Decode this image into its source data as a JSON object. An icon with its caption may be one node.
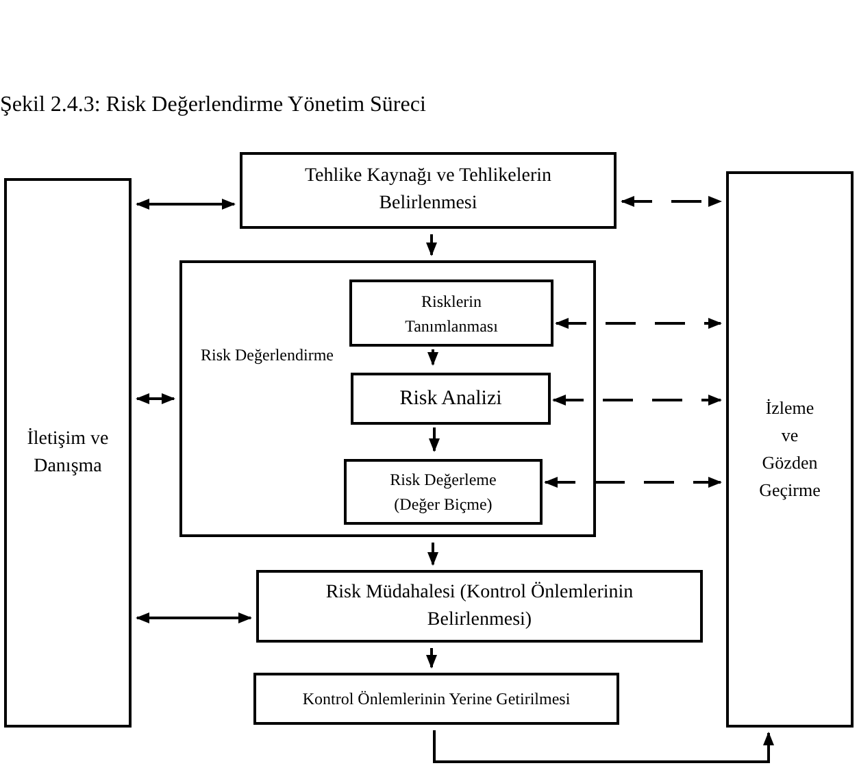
{
  "diagram": {
    "title": "Şekil 2.4.3: Risk Değerlendirme Yönetim Süreci",
    "nodes": [
      {
        "text": [
          "İletişim ve Danışma"
        ]
      },
      {
        "text": [
          "Tehlike Kaynağı ve Tehlikelerin Belirlenmesi"
        ]
      },
      {
        "text": [
          "Risk Değerlendirme"
        ]
      },
      {
        "text": [
          "Risklerin Tanımlanması"
        ],
        "in": 2
      },
      {
        "text": [
          "Risk Analizi"
        ],
        "in": 2
      },
      {
        "text": [
          "Risk Değerleme (Değer Biçme)"
        ],
        "in": 2
      },
      {
        "text": [
          "Risk Müdahalesi (Kontrol Önlemlerinin Belirlenmesi)"
        ]
      },
      {
        "text": [
          "Kontrol Önlemlerinin Yerine Getirilmesi"
        ]
      },
      {
        "text": [
          "İzleme ve Gözden Geçirme"
        ]
      }
    ],
    "edges": [
      {
        "from": 0,
        "to": 1,
        "arrow": "both"
      },
      {
        "from": 1,
        "to": 8,
        "arrow": "both",
        "style": "dashed"
      },
      {
        "from": 1,
        "to": 2,
        "arrow": "to"
      },
      {
        "from": 0,
        "to": 2,
        "arrow": "both"
      },
      {
        "from": 3,
        "to": 8,
        "arrow": "both",
        "style": "dashed"
      },
      {
        "from": 3,
        "to": 4,
        "arrow": "to"
      },
      {
        "from": 4,
        "to": 8,
        "arrow": "both",
        "style": "dashed"
      },
      {
        "from": 4,
        "to": 5,
        "arrow": "to"
      },
      {
        "from": 5,
        "to": 8,
        "arrow": "both",
        "style": "dashed"
      },
      {
        "from": 2,
        "to": 6,
        "arrow": "to"
      },
      {
        "from": 0,
        "to": 6,
        "arrow": "both"
      },
      {
        "from": 6,
        "to": 7,
        "arrow": "to"
      },
      {
        "from": 7,
        "to": 8,
        "arrow": "to"
      }
    ]
  }
}
